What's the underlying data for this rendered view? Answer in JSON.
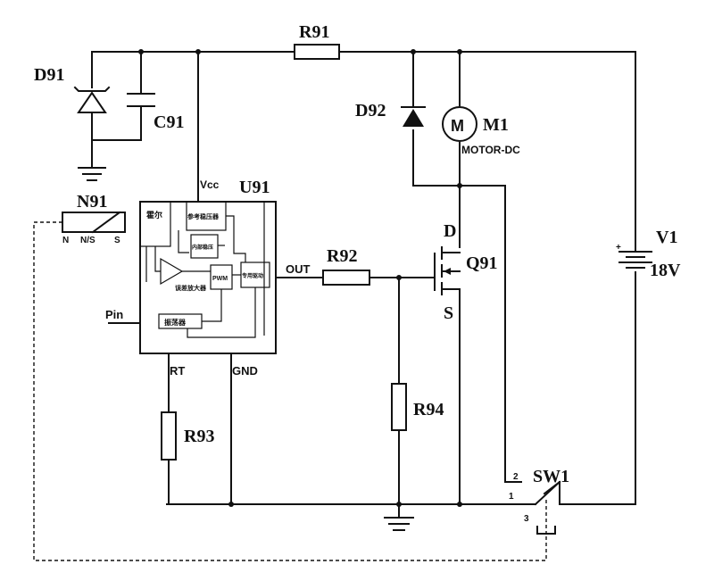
{
  "components": {
    "D91": "D91",
    "C91": "C91",
    "R91": "R91",
    "D92": "D92",
    "M1": "M1",
    "M1_type": "MOTOR-DC",
    "M1_symbol": "M",
    "N91": "N91",
    "N91_pins": [
      "N",
      "N/S",
      "S"
    ],
    "U91": "U91",
    "R92": "R92",
    "R93": "R93",
    "R94": "R94",
    "Q91": "Q91",
    "Q91_pins": {
      "drain": "D",
      "source": "S"
    },
    "V1": "V1",
    "V1_value": "18V",
    "SW1": "SW1",
    "SW1_pins": [
      "1",
      "2",
      "3"
    ]
  },
  "u91": {
    "pins": {
      "vcc": "Vcc",
      "out": "OUT",
      "rt": "RT",
      "gnd": "GND",
      "pin": "Pin"
    },
    "blocks": {
      "hall": "霍尔",
      "ref": "参考稳压器",
      "internal": "内部稳压",
      "amp": "误差放大器",
      "pwm": "PWM",
      "driver": "专用驱动",
      "osc": "振荡器"
    }
  },
  "colors": {
    "line": "#111111",
    "background": "#ffffff"
  }
}
